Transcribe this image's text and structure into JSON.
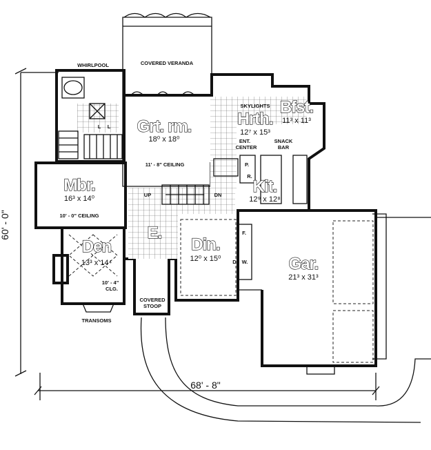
{
  "rooms": {
    "veranda": {
      "label": "COVERED VERANDA"
    },
    "whirlpool": {
      "label": "WHIRLPOOL"
    },
    "great_room": {
      "label": "Grt. rm.",
      "size": "18⁰ x 18⁰",
      "ceiling": "11' - 8\" CEILING"
    },
    "hearth": {
      "label": "Hrth.",
      "size": "12⁷ x 15³"
    },
    "breakfast": {
      "label": "Bfst.",
      "size": "11³ x 11³"
    },
    "skylights": {
      "label": "SKYLIGHTS"
    },
    "ent_center": {
      "label_line1": "ENT.",
      "label_line2": "CENTER"
    },
    "snack_bar": {
      "label_line1": "SNACK",
      "label_line2": "BAR"
    },
    "master": {
      "label": "Mbr.",
      "size": "16³ x 14⁰",
      "ceiling": "10' - 0\" CEILING"
    },
    "kitchen": {
      "label": "Kit.",
      "size": "12⁹ x 12⁸"
    },
    "entry": {
      "label": "E."
    },
    "den": {
      "label": "Den",
      "size": "13³ x 14⁴",
      "ceiling_line1": "10' - 4\"",
      "ceiling_line2": "CLG."
    },
    "dining": {
      "label": "Din.",
      "size": "12⁰ x 15⁰"
    },
    "garage": {
      "label": "Gar.",
      "size": "21³ x 31³"
    },
    "stoop": {
      "label_line1": "COVERED",
      "label_line2": "STOOP"
    },
    "transoms": {
      "label": "TRANSOMS"
    }
  },
  "marks": {
    "up": "UP",
    "dn": "DN",
    "pantry": "P.",
    "refrigerator": "R.",
    "washer": "W.",
    "dryer": "D.",
    "freezer": "F.",
    "linen_l1": "L",
    "linen_l2": "L"
  },
  "dimensions": {
    "depth": "60' - 0\"",
    "width": "68' - 8\""
  }
}
